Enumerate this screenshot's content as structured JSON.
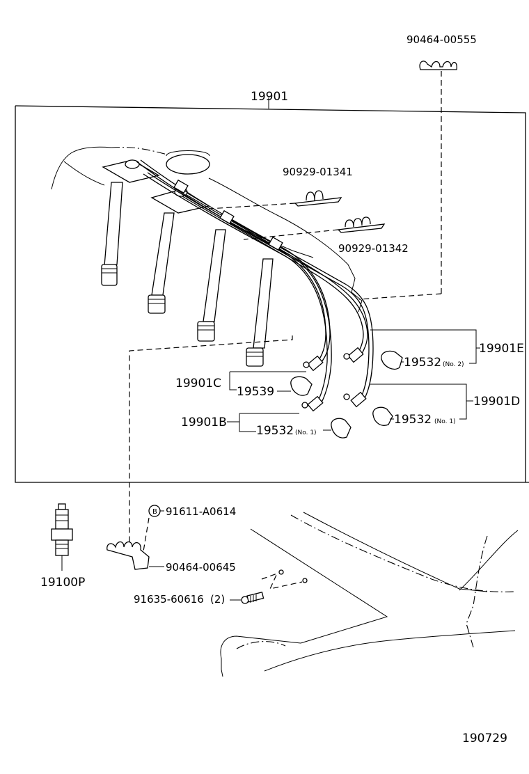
{
  "labels": {
    "main_assembly": "19901",
    "clamp_top": "90464-00555",
    "clamp_a": "90929-01341",
    "clamp_b": "90929-01342",
    "cord_e": "19901E",
    "cord_c": "19901C",
    "cord_d": "19901D",
    "cord_b": "19901B",
    "boot_no2": "19532",
    "boot_no2_note": "(No. 2)",
    "grommet": "19539",
    "boot_no1_left": "19532",
    "boot_no1_left_note": "(No. 1)",
    "boot_no1_right": "19532",
    "boot_no1_right_note": "(No. 1)",
    "bolt": "91611-A0614",
    "bolt_marker": "B",
    "clamp_lower": "90464-00645",
    "screw": "91635-60616",
    "screw_qty": "(2)",
    "spark_plug": "19100P",
    "figure_number": "190729"
  }
}
